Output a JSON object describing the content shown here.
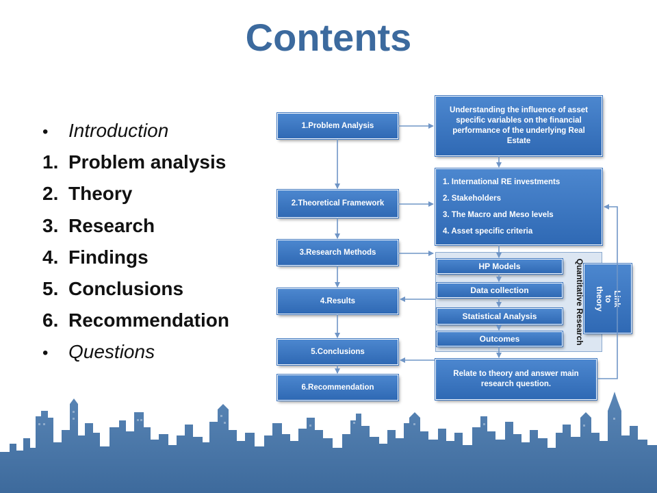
{
  "slide": {
    "title": "Contents"
  },
  "agenda": [
    {
      "marker": "•",
      "text": "Introduction",
      "kind": "bullet"
    },
    {
      "marker": "1.",
      "text": "Problem analysis",
      "kind": "numbered"
    },
    {
      "marker": "2.",
      "text": "Theory",
      "kind": "numbered"
    },
    {
      "marker": "3.",
      "text": "Research",
      "kind": "numbered"
    },
    {
      "marker": "4.",
      "text": "Findings",
      "kind": "numbered"
    },
    {
      "marker": "5.",
      "text": "Conclusions",
      "kind": "numbered"
    },
    {
      "marker": "6.",
      "text": "Recommendation",
      "kind": "numbered"
    },
    {
      "marker": "•",
      "text": "Questions",
      "kind": "bullet"
    }
  ],
  "diagram": {
    "steps": [
      "1.Problem Analysis",
      "2.Theoretical Framework",
      "3.Research Methods",
      "4.Results",
      "5.Conclusions",
      "6.Recommendation"
    ],
    "goal": "Understanding the influence of asset specific variables on the financial performance of the underlying Real Estate",
    "criteria": [
      "1. International RE investments",
      "2. Stakeholders",
      "3. The Macro and Meso levels",
      "4. Asset specific criteria"
    ],
    "methods": [
      "HP Models",
      "Data collection",
      "Statistical Analysis",
      "Outcomes"
    ],
    "container_label": "Quantitative Research",
    "link_label": "Link\nto\ntheory",
    "final": "Relate to theory and answer main research question."
  },
  "colors": {
    "title": "#3C6A9E",
    "box": "#3B74BD",
    "container": "#DCE6F2",
    "skyline": "#4F7CAC"
  }
}
